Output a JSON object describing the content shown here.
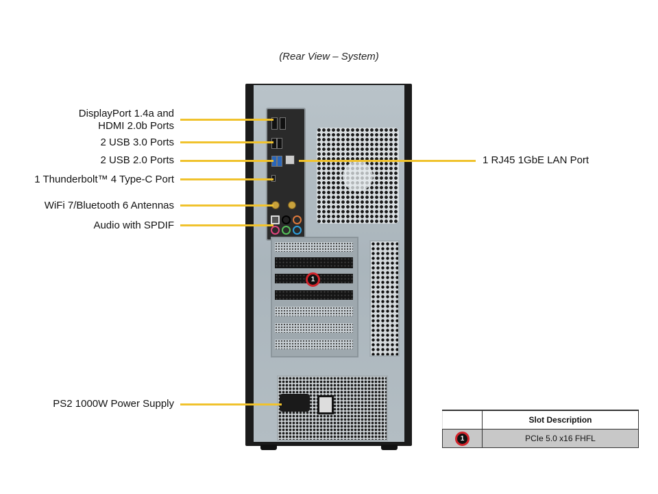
{
  "caption": "(Rear View – System)",
  "colors": {
    "leader_line": "#f0c22c",
    "badge_ring": "#d2232a",
    "table_row_bg": "#c8c8c8"
  },
  "callouts_left": [
    {
      "id": "display",
      "line1": "DisplayPort 1.4a and",
      "line2": "HDMI 2.0b Ports"
    },
    {
      "id": "usb3",
      "text": "2 USB 3.0 Ports"
    },
    {
      "id": "usb2",
      "text": "2 USB 2.0 Ports"
    },
    {
      "id": "thunderbolt",
      "text": "1 Thunderbolt™ 4 Type-C Port"
    },
    {
      "id": "wifi",
      "text": "WiFi 7/Bluetooth 6 Antennas"
    },
    {
      "id": "audio",
      "text": "Audio with SPDIF"
    },
    {
      "id": "psu",
      "text": "PS2 1000W Power Supply"
    }
  ],
  "callouts_right": [
    {
      "id": "lan",
      "text": "1 RJ45 1GbE LAN Port"
    }
  ],
  "slot_badge": "1",
  "slot_table": {
    "header": [
      "",
      "Slot Description"
    ],
    "rows": [
      {
        "badge": "1",
        "description": "PCIe 5.0 x16 FHFL"
      }
    ]
  }
}
